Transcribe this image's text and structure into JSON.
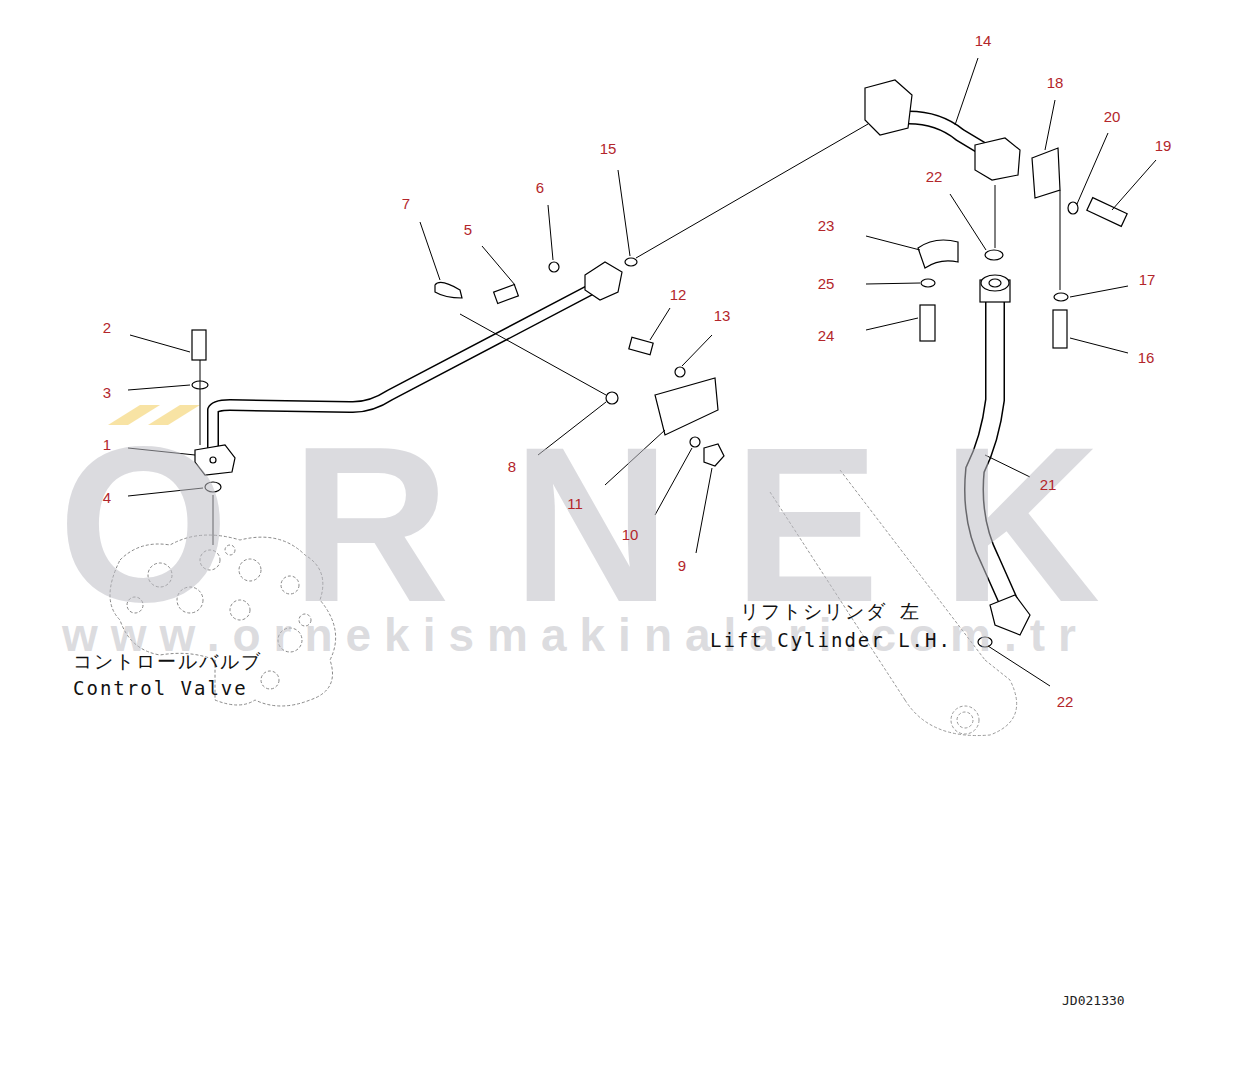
{
  "diagram": {
    "labels": [
      "ORNEK",
      "www.ornekismakinalari.com.tr",
      "14",
      "18",
      "20",
      "19",
      "15",
      "6",
      "22",
      "7",
      "5",
      "23",
      "17",
      "25",
      "12",
      "13",
      "24",
      "16",
      "2",
      "3",
      "1",
      "8",
      "11",
      "21",
      "4",
      "10",
      "9",
      "22",
      "リフトシリンダ 左",
      "Lift Cylinder L.H.",
      "コントロールバルブ",
      "Control Valve",
      "JD021330"
    ]
  }
}
